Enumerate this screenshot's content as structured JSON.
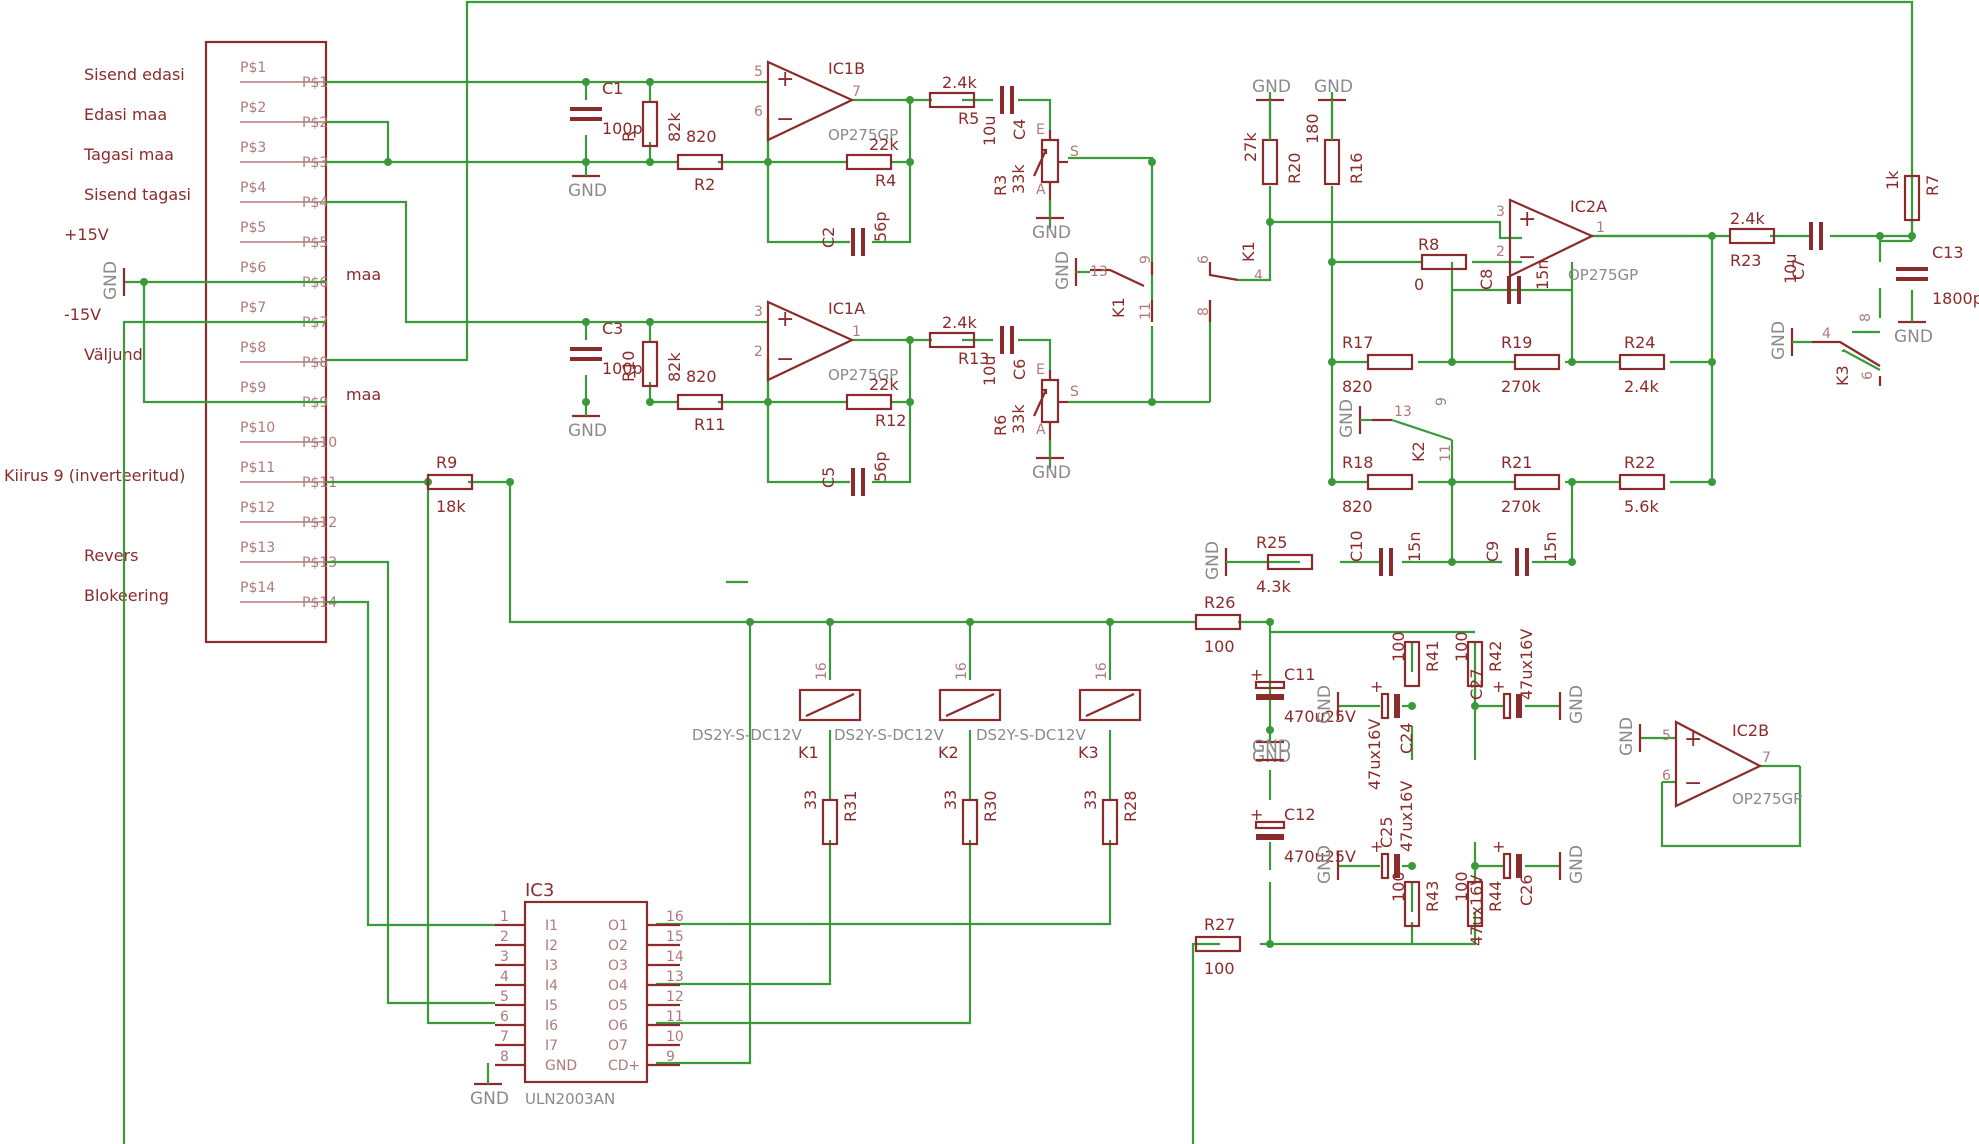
{
  "connector": {
    "signals": {
      "p1": "Sisend edasi",
      "p2": "Edasi maa",
      "p3": "Tagasi maa",
      "p4": "Sisend tagasi",
      "p5": "+15V",
      "p6": "maa",
      "p7": "-15V",
      "p8": "Väljund",
      "p9": "maa",
      "p11": "Kiirus 9 (inverteeritud)",
      "p13": "Revers",
      "p14": "Blokeering"
    },
    "pins_left": [
      "P$1",
      "P$2",
      "P$3",
      "P$4",
      "P$5",
      "P$6",
      "P$7",
      "P$8",
      "P$9",
      "P$10",
      "P$11",
      "P$12",
      "P$13",
      "P$14"
    ],
    "pins_right": [
      "P$1",
      "P$2",
      "P$3",
      "P$4",
      "P$5",
      "P$6",
      "P$7",
      "P$8",
      "P$9",
      "P$10",
      "P$11",
      "P$12",
      "P$13",
      "P$14"
    ]
  },
  "gnd": "GND",
  "opamps": {
    "ic1b": {
      "name": "IC1B",
      "part": "OP275GP",
      "pin_plus": "5",
      "pin_minus": "6",
      "pin_out": "7"
    },
    "ic1a": {
      "name": "IC1A",
      "part": "OP275GP",
      "pin_plus": "3",
      "pin_minus": "2",
      "pin_out": "1"
    },
    "ic2a": {
      "name": "IC2A",
      "part": "OP275GP",
      "pin_plus": "3",
      "pin_minus": "2",
      "pin_out": "1"
    },
    "ic2b": {
      "name": "IC2B",
      "part": "OP275GP",
      "pin_plus": "5",
      "pin_minus": "6",
      "pin_out": "7"
    }
  },
  "components": {
    "c1": {
      "name": "C1",
      "value": "100p"
    },
    "c3": {
      "name": "C3",
      "value": "100p"
    },
    "r_82k_top": {
      "name": "R",
      "value": "82k"
    },
    "r_82k_bot": {
      "name": "R10",
      "value": "82k"
    },
    "r2": {
      "name": "R2",
      "value": "820"
    },
    "r11": {
      "name": "R11",
      "value": "820"
    },
    "r4": {
      "name": "R4",
      "value": "22k"
    },
    "r12": {
      "name": "R12",
      "value": "22k"
    },
    "c2": {
      "name": "C2",
      "value": "56p"
    },
    "c5": {
      "name": "C5",
      "value": "56p"
    },
    "r5": {
      "name": "R5",
      "value": "2.4k"
    },
    "r13": {
      "name": "R13",
      "value": "2.4k"
    },
    "c4": {
      "name": "C4",
      "value": "10u"
    },
    "c6": {
      "name": "C6",
      "value": "10u"
    },
    "r3": {
      "name": "R3",
      "value": "33k"
    },
    "r6": {
      "name": "R6",
      "value": "33k"
    },
    "r20": {
      "name": "R20",
      "value": "27k"
    },
    "r16": {
      "name": "R16",
      "value": "180"
    },
    "r8": {
      "name": "R8",
      "value": "0"
    },
    "c8": {
      "name": "C8",
      "value": "15n"
    },
    "r17": {
      "name": "R17",
      "value": "820"
    },
    "r19": {
      "name": "R19",
      "value": "270k"
    },
    "r24": {
      "name": "R24",
      "value": "2.4k"
    },
    "r18": {
      "name": "R18",
      "value": "820"
    },
    "r21": {
      "name": "R21",
      "value": "270k"
    },
    "r22": {
      "name": "R22",
      "value": "5.6k"
    },
    "r25": {
      "name": "R25",
      "value": "4.3k"
    },
    "c10": {
      "name": "C10",
      "value": "15n"
    },
    "c9": {
      "name": "C9",
      "value": "15n"
    },
    "r23": {
      "name": "R23",
      "value": "2.4k"
    },
    "c7": {
      "name": "C7",
      "value": "10u"
    },
    "r7": {
      "name": "R7",
      "value": "1k"
    },
    "c13": {
      "name": "C13",
      "value": "1800p"
    },
    "r9": {
      "name": "R9",
      "value": "18k"
    },
    "r26": {
      "name": "R26",
      "value": "100"
    },
    "r27": {
      "name": "R27",
      "value": "100"
    },
    "c11": {
      "name": "C11",
      "value": "470u25V"
    },
    "c12": {
      "name": "C12",
      "value": "470u25V"
    },
    "r41": {
      "name": "R41",
      "value": "100"
    },
    "r42": {
      "name": "R42",
      "value": "100"
    },
    "r43": {
      "name": "R43",
      "value": "100"
    },
    "r44": {
      "name": "R44",
      "value": "100"
    },
    "c24": {
      "name": "C24",
      "value": "47ux16V"
    },
    "c27": {
      "name": "C27",
      "value": "47ux16V"
    },
    "c25": {
      "name": "C25",
      "value": "47ux16V"
    },
    "c26": {
      "name": "C26",
      "value": "47ux16V"
    },
    "r31": {
      "name": "R31",
      "value": "33"
    },
    "r30": {
      "name": "R30",
      "value": "33"
    },
    "r28": {
      "name": "R28",
      "value": "33"
    }
  },
  "relays": {
    "k1": {
      "name": "K1",
      "part": "DS2Y-S-DC12V",
      "pin": "16"
    },
    "k2": {
      "name": "K2",
      "part": "DS2Y-S-DC12V",
      "pin": "16"
    },
    "k3": {
      "name": "K3",
      "part": "DS2Y-S-DC12V",
      "pin": "16"
    },
    "k1_switch_a": {
      "name": "K1",
      "pins": [
        "13",
        "9",
        "11"
      ]
    },
    "k1_switch_b": {
      "name": "K1",
      "pins": [
        "6",
        "4",
        "8"
      ]
    },
    "k2_switch": {
      "name": "K2",
      "pins": [
        "13",
        "9",
        "11"
      ]
    },
    "k3_switch": {
      "name": "K3",
      "pins": [
        "4",
        "8",
        "6"
      ]
    }
  },
  "pot_labels": {
    "e": "E",
    "s": "S",
    "a": "A"
  },
  "ic3": {
    "name": "IC3",
    "part": "ULN2003AN",
    "left_pins": [
      "1",
      "2",
      "3",
      "4",
      "5",
      "6",
      "7",
      "8"
    ],
    "left_names": [
      "I1",
      "I2",
      "I3",
      "I4",
      "I5",
      "I6",
      "I7",
      "GND"
    ],
    "right_pins": [
      "16",
      "15",
      "14",
      "13",
      "12",
      "11",
      "10",
      "9"
    ],
    "right_names": [
      "O1",
      "O2",
      "O3",
      "O4",
      "O5",
      "O6",
      "O7",
      "CD+"
    ]
  },
  "misc_pins": {
    "p8a": "8",
    "p4a": "4",
    "p9a": "9",
    "p11a": "11"
  }
}
